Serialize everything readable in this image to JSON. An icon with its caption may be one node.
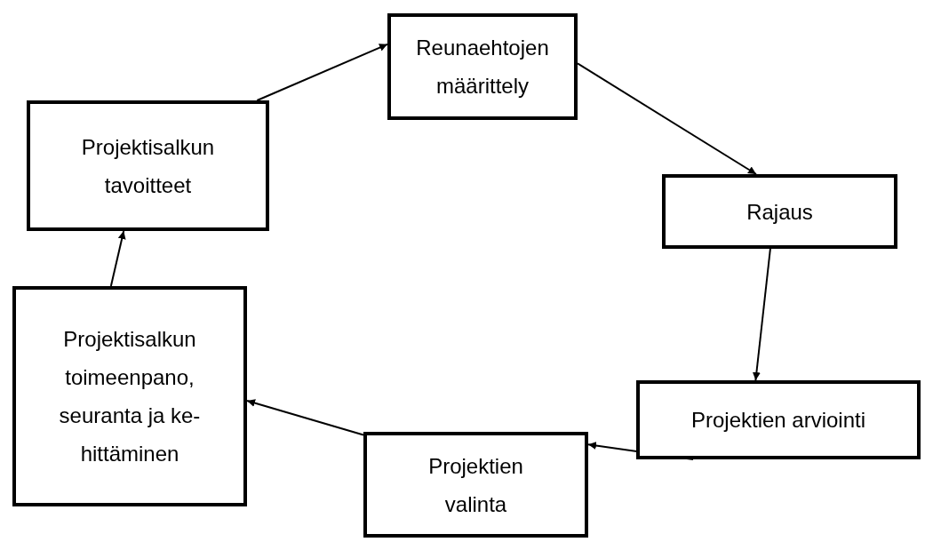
{
  "diagram": {
    "nodes": [
      {
        "text": [
          "Projektisalkun tavoitteet"
        ]
      },
      {
        "text": [
          "Reunaehtojen määrittely"
        ]
      },
      {
        "text": [
          "Rajaus"
        ]
      },
      {
        "text": [
          "Projektien arviointi"
        ]
      },
      {
        "text": [
          "Projektien valinta"
        ]
      },
      {
        "text": [
          "Projektisalkun toimeenpano, seuranta ja ke-hittäminen"
        ]
      }
    ],
    "edges": [
      {
        "from": 0,
        "to": 1,
        "arrow": "to"
      },
      {
        "from": 1,
        "to": 2,
        "arrow": "to"
      },
      {
        "from": 2,
        "to": 3,
        "arrow": "to"
      },
      {
        "from": 3,
        "to": 4,
        "arrow": "to"
      },
      {
        "from": 4,
        "to": 5,
        "arrow": "to"
      },
      {
        "from": 5,
        "to": 0,
        "arrow": "to"
      }
    ]
  }
}
